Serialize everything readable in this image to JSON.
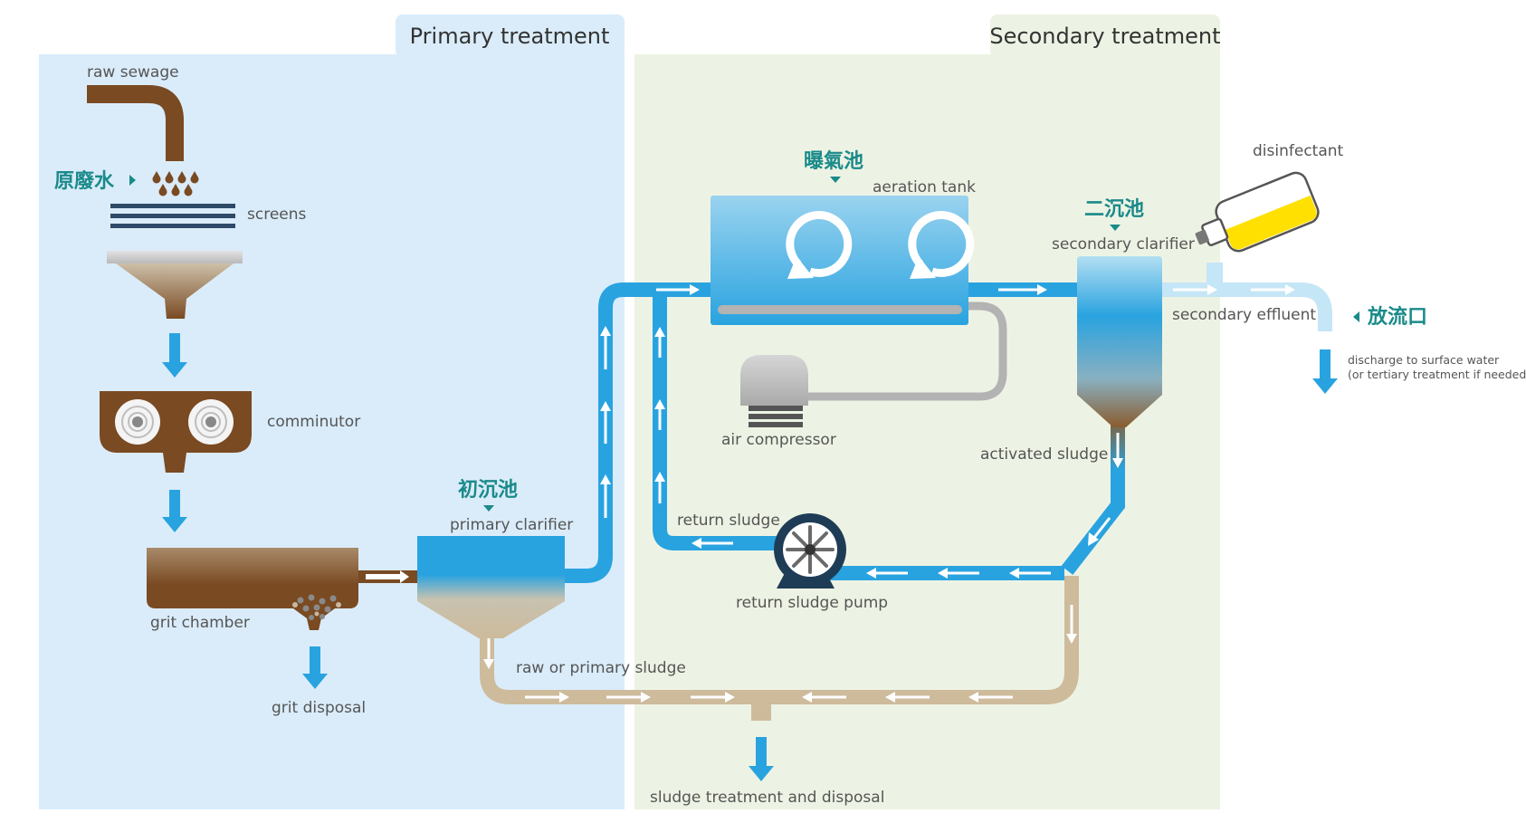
{
  "sections": {
    "primary": "Primary treatment",
    "secondary": "Secondary treatment"
  },
  "labels": {
    "raw_sewage": "raw sewage",
    "raw_sewage_zh": "原廢水",
    "screens": "screens",
    "comminutor": "comminutor",
    "grit_chamber": "grit chamber",
    "grit_disposal": "grit disposal",
    "primary_clarifier_zh": "初沉池",
    "primary_clarifier": "primary clarifier",
    "raw_or_primary_sludge": "raw or primary sludge",
    "sludge_treatment": "sludge treatment and disposal",
    "aeration_tank_zh": "曝氣池",
    "aeration_tank": "aeration tank",
    "air_compressor": "air compressor",
    "return_sludge": "return sludge",
    "return_sludge_pump": "return sludge pump",
    "secondary_clarifier_zh": "二沉池",
    "secondary_clarifier": "secondary clarifier",
    "activated_sludge": "activated sludge",
    "disinfectant": "disinfectant",
    "secondary_effluent": "secondary effluent",
    "outfall_zh": "放流口",
    "discharge_line1": "discharge to surface water",
    "discharge_line2": "(or tertiary treatment if needed)"
  },
  "colors": {
    "primary_bg": "#daecfa",
    "secondary_bg": "#edf3e4",
    "water_blue": "#29a3e0",
    "sewage_brown": "#7a4a22",
    "sludge_tan": "#cdbb9c",
    "chinese_label": "#1a8a8a",
    "pump_dark": "#1f3c56",
    "disinfectant_yellow": "#ffe000"
  }
}
